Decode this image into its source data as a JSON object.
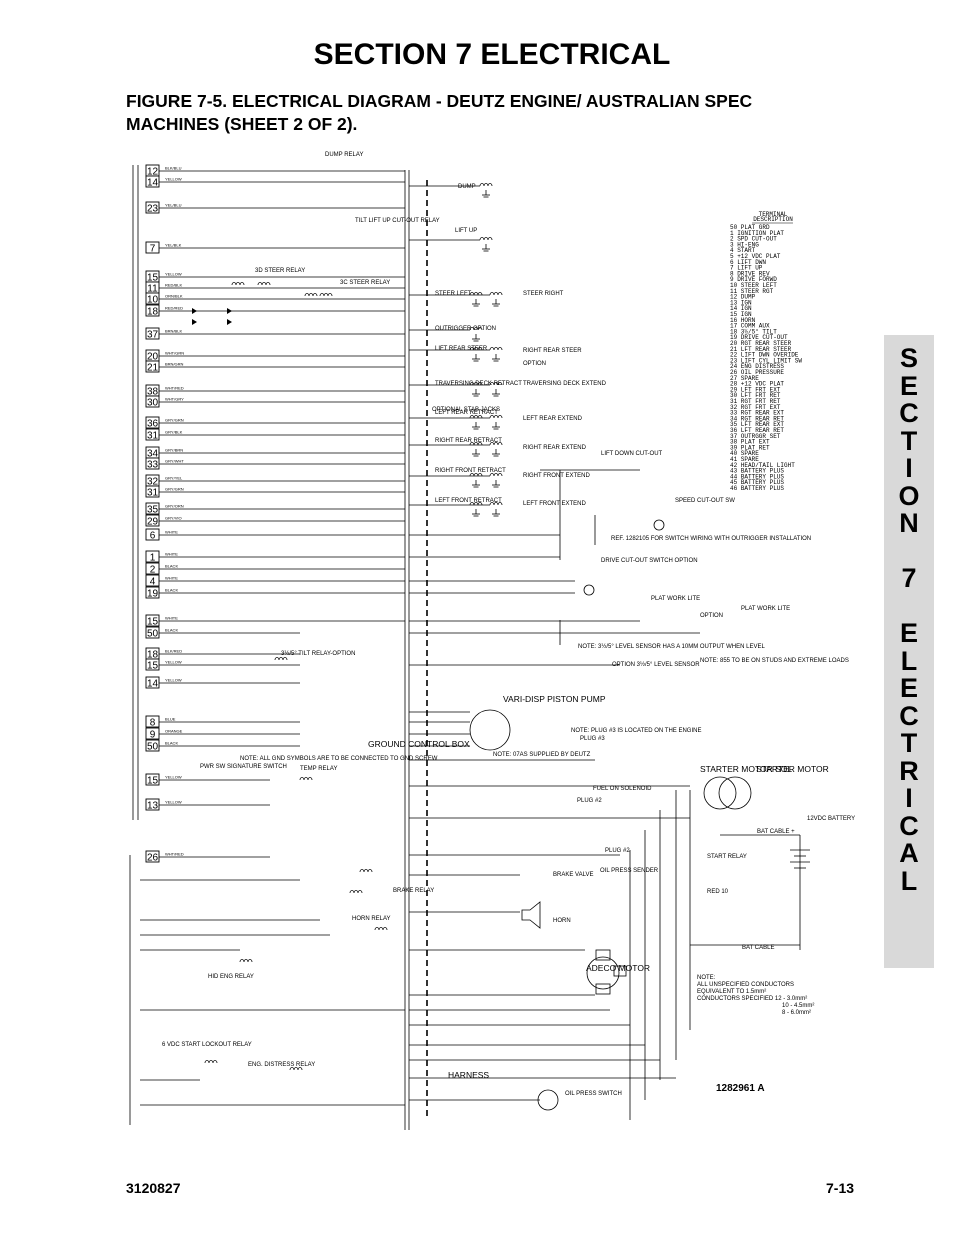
{
  "header": {
    "title": "SECTION 7  ELECTRICAL",
    "caption": "FIGURE 7-5.    ELECTRICAL DIAGRAM - DEUTZ ENGINE/ AUSTRALIAN SPEC MACHINES (SHEET 2 OF 2)."
  },
  "side_tab": {
    "letters": [
      "S",
      "E",
      "C",
      "T",
      "I",
      "O",
      "N",
      "",
      "7",
      "",
      "E",
      "L",
      "E",
      "C",
      "T",
      "R",
      "I",
      "C",
      "A",
      "L"
    ]
  },
  "footer": {
    "doc_number": "3120827",
    "page_number": "7-13"
  },
  "diagram": {
    "drawing_number": "1282961 A",
    "left_terminals": [
      {
        "num": "12",
        "wire": "BLK/BLU"
      },
      {
        "num": "14",
        "wire": "YELLOW"
      },
      {
        "num": "23",
        "wire": "YEL/BLU"
      },
      {
        "num": "7",
        "wire": "YEL/BLK"
      },
      {
        "num": "15",
        "wire": "YELLOW"
      },
      {
        "num": "11",
        "wire": "RED/BLK"
      },
      {
        "num": "10",
        "wire": "ORN/BLK"
      },
      {
        "num": "18",
        "wire": "RED/RED"
      },
      {
        "num": "37",
        "wire": "BRN/BLK"
      },
      {
        "num": "20",
        "wire": "WHT/GRN"
      },
      {
        "num": "21",
        "wire": "BRN/GRN"
      },
      {
        "num": "38",
        "wire": "WHT/RED"
      },
      {
        "num": "30",
        "wire": "WHT/GRY"
      },
      {
        "num": "36",
        "wire": "GRY/GRN"
      },
      {
        "num": "31",
        "wire": "GRY/BLK"
      },
      {
        "num": "34",
        "wire": "GRY/BRN"
      },
      {
        "num": "33",
        "wire": "GRY/WHT"
      },
      {
        "num": "32",
        "wire": "GRY/YEL"
      },
      {
        "num": "31",
        "wire": "GRY/GRN"
      },
      {
        "num": "35",
        "wire": "GRY/ORN"
      },
      {
        "num": "29",
        "wire": "GRY/VIO"
      },
      {
        "num": "6",
        "wire": "WHITE"
      },
      {
        "num": "1",
        "wire": "WHITE"
      },
      {
        "num": "2",
        "wire": "BLACK"
      },
      {
        "num": "4",
        "wire": "WHITE"
      },
      {
        "num": "19",
        "wire": "BLACK"
      },
      {
        "num": "15",
        "wire": "WHITE"
      },
      {
        "num": "50",
        "wire": "BLACK"
      },
      {
        "num": "18",
        "wire": "BLK/RED"
      },
      {
        "num": "15",
        "wire": "YELLOW"
      },
      {
        "num": "14",
        "wire": "YELLOW"
      },
      {
        "num": "8",
        "wire": "BLUE"
      },
      {
        "num": "9",
        "wire": "ORANGE"
      },
      {
        "num": "50",
        "wire": "BLACK"
      },
      {
        "num": "15",
        "wire": "YELLOW"
      },
      {
        "num": "13",
        "wire": "YELLOW"
      },
      {
        "num": "26",
        "wire": "WHT/RED"
      }
    ],
    "terminal_table": {
      "title": [
        "TERMINAL",
        "DESCRIPTION"
      ],
      "rows": [
        "50   PLAT GRD",
        "1   IGNITION PLAT",
        "2   SPD CUT-OUT",
        "3   HI-ENG",
        "4   START",
        "5   +12 VDC PLAT",
        "6   LIFT DWN",
        "7   LIFT UP",
        "8   DRIVE REV",
        "9   DRIVE FORWD",
        "10   STEER LEFT",
        "11   STEER RGT",
        "12   DUMP",
        "13   IGN",
        "14   IGN",
        "15   IGN",
        "16   HORN",
        "17   COMM AUX",
        "18   3½/5° TILT",
        "19   DRIVE CUT-OUT",
        "20   RGT REAR STEER",
        "21   LFT REAR STEER",
        "22   LIFT DWN OVERIDE",
        "23   LIFT CYL LIMIT SW",
        "24   ENG DISTRESS",
        "26   OIL PRESSURE",
        "27   SPARE",
        "28   +12 VDC PLAT",
        "29   LFT FRT EXT",
        "30   LFT FRT RET",
        "31   RGT FRT RET",
        "32   RGT FRT EXT",
        "33   RGT REAR EXT",
        "34   RGT REAR RET",
        "35   LFT REAR EXT",
        "36   LFT REAR RET",
        "37   OUTRGGR SET",
        "38   PLAT EXT",
        "39   PLAT RET",
        "40   SPARE",
        "41   SPARE",
        "42   HEAD/TAIL LIGHT",
        "43   BATTERY PLUS",
        "44   BATTERY PLUS",
        "45   BATTERY PLUS",
        "46   BATTERY PLUS"
      ]
    },
    "labels": {
      "dump_relay": "DUMP RELAY",
      "tilt_relay": "TILT LIFT UP CUT-OUT RELAY",
      "lift_up": "LIFT UP",
      "dump": "DUMP",
      "steer_relay_3d": "3D STEER RELAY",
      "steer_relay_3c": "3C STEER RELAY",
      "steer_left": "STEER LEFT",
      "steer_right": "STEER RIGHT",
      "outrigger_option": "OUTRIGGER OPTION",
      "lift_rear_steer": "LIFT REAR STEER",
      "right_rear_steer": "RIGHT REAR STEER",
      "option": "OPTION",
      "traversing_deck_retract": "TRAVERSING DECK RETRACT",
      "traversing_deck_extend": "TRAVERSING DECK EXTEND",
      "optional_stab_jacks": "OPTIONAL STAB.JACKS",
      "left_rear_retract": "LEFT REAR RETRACT",
      "left_rear_extend": "LEFT REAR EXTEND",
      "right_rear_retract": "RIGHT REAR RETRACT",
      "right_rear_extend": "RIGHT REAR EXTEND",
      "right_front_retract": "RIGHT FRONT RETRACT",
      "right_front_extend": "RIGHT FRONT EXTEND",
      "left_front_retract": "LEFT FRONT RETRACT",
      "left_front_extend": "LEFT FRONT EXTEND",
      "lift_down_cutout": "LIFT DOWN CUT-OUT",
      "speed_cutout_sw": "SPEED CUT-OUT SW",
      "ref_switch": "REF. 1282105 FOR SWITCH WIRING WITH OUTRIGGER INSTALLATION",
      "drive_cutout_switch": "DRIVE CUT-OUT SWITCH OPTION",
      "plat_work_lite": "PLAT WORK LITE",
      "option2": "OPTION",
      "plat_work_lite2": "PLAT WORK LITE",
      "tilt_relay_35": "3½/5° TILT RELAY-OPTION",
      "note_level_sensor": "NOTE: 3½/5° LEVEL SENSOR HAS A 10MM OUTPUT WHEN LEVEL",
      "option_level_sensor": "OPTION 3½/5° LEVEL SENSOR",
      "note_855": "NOTE: 855 TO BE ON STUDS AND EXTREME LOADS",
      "vari_disp": "VARI-DISP PISTON PUMP",
      "ground_control_box": "GROUND CONTROL BOX",
      "note_plug": "NOTE: PLUG #3 IS LOCATED ON THE ENGINE",
      "note_jumper": "NOTE: 07AS SUPPLIED BY DEUTZ",
      "plug3": "PLUG #3",
      "fuel_on_solenoid": "FUEL ON SOLENOID",
      "plug2": "PLUG #2",
      "starter_motor_sol": "STARTER MOTOR SOL",
      "starter_motor": "STARTER MOTOR",
      "battery": "12VDC BATTERY",
      "bat_cable": "BAT CABLE +",
      "bat_cable2": "BAT CABLE",
      "start_relay": "START RELAY",
      "red10": "RED 10",
      "plug2b": "PLUG #2",
      "brake_valve": "BRAKE VALVE",
      "oil_press_sender": "OIL PRESS SENDER",
      "brake_relay": "BRAKE RELAY",
      "horn_relay": "HORN RELAY",
      "horn": "HORN",
      "hi_eng_relay": "HID ENG RELAY",
      "adeco_motor": "ADECO MOTOR",
      "note_conductors_1": "NOTE:",
      "note_conductors_2": "ALL UNSPECIFIED CONDUCTORS",
      "note_conductors_3": "EQUIVALENT TO 1.5mm²",
      "note_conductors_4": "CONDUCTORS SPECIFIED  12 - 3.0mm²",
      "note_conductors_5": "10 - 4.5mm²",
      "note_conductors_6": "8 - 6.0mm²",
      "start_lockout": "6 VDC START LOCKOUT RELAY",
      "eng_distress_relay": "ENG. DISTRESS RELAY",
      "harness": "HARNESS",
      "oil_press_switch": "OIL PRESS SWITCH",
      "tilt_relay_gc": "TEMP RELAY",
      "note_all_gnd": "NOTE: ALL GND SYMBOLS ARE TO BE CONNECTED TO GND SCREW",
      "pwr_sw": "PWR SW SIGNATURE SWITCH"
    }
  }
}
